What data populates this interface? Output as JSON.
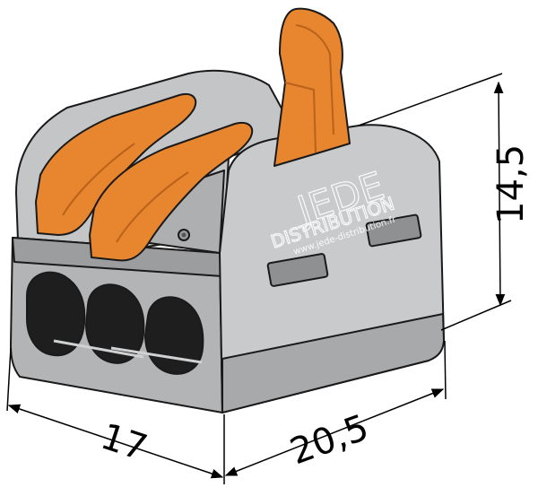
{
  "dimensions": {
    "width": "17",
    "depth": "20,5",
    "height": "14,5"
  },
  "watermark": {
    "line1": "JEDE",
    "line2": "DISTRIBUTION",
    "url": "www.jede-distribution.fr"
  },
  "colors": {
    "housing": "#b9babc",
    "housing_dark": "#8f9092",
    "housing_light": "#d7d8da",
    "lever": "#e8852f",
    "lever_dark": "#b8621b",
    "hole": "#1e1e1e",
    "outline": "#1a1a1a"
  }
}
